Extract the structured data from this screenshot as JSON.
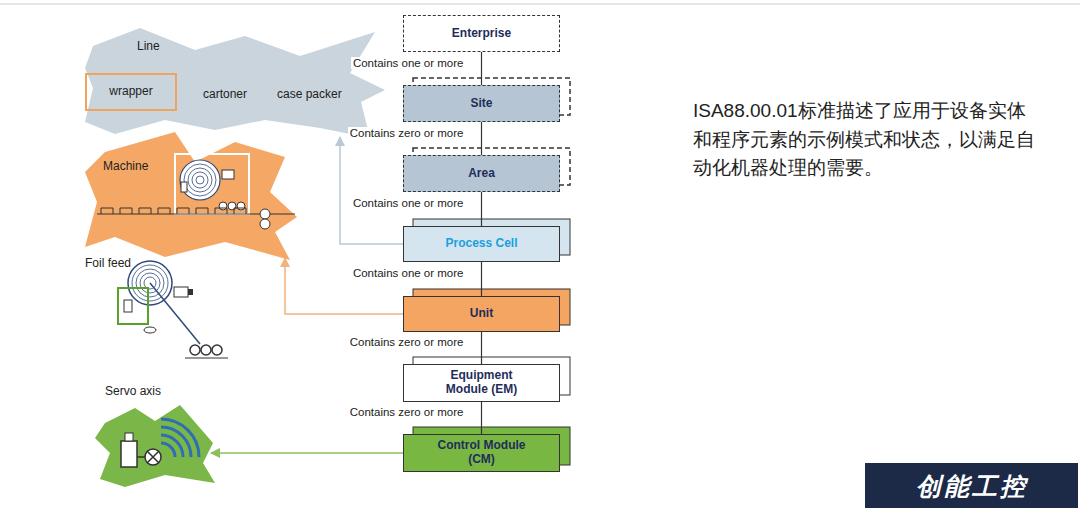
{
  "diagram": {
    "nodes": [
      {
        "text": [
          "Line",
          "cartoner",
          "case packer"
        ]
      },
      {
        "text": [
          "wrapper"
        ],
        "in": 0
      },
      {
        "text": [
          "Machine"
        ]
      },
      {
        "text": [
          "Servo axis"
        ]
      },
      {
        "text": [
          "Enterprise"
        ]
      },
      {
        "text": [
          "Site"
        ]
      },
      {
        "text": [
          "Area"
        ]
      },
      {
        "text": [
          "Process Cell"
        ]
      },
      {
        "text": [
          "Unit"
        ]
      },
      {
        "text": [
          "Equipment Module (EM)"
        ]
      },
      {
        "text": [
          "Control Module (CM)"
        ]
      }
    ],
    "edges": [
      {
        "from": 4,
        "to": 5,
        "label": "Contains one or more",
        "arrow": "none"
      },
      {
        "from": 5,
        "to": 6,
        "label": "Contains zero or more",
        "arrow": "none"
      },
      {
        "from": 6,
        "to": 7,
        "label": "Contains one or more",
        "arrow": "none"
      },
      {
        "from": 7,
        "to": 8,
        "label": "Contains one or more",
        "arrow": "none"
      },
      {
        "from": 8,
        "to": 9,
        "label": "Contains zero or more",
        "arrow": "none"
      },
      {
        "from": 9,
        "to": 10,
        "label": "Contains zero or more",
        "arrow": "none"
      },
      {
        "from": 7,
        "to": 0,
        "arrow": "to"
      },
      {
        "from": 8,
        "to": 2,
        "arrow": "to"
      },
      {
        "from": 10,
        "to": 3,
        "arrow": "to"
      }
    ],
    "labels": [
      "Foil feed",
      "ISA88.00.01标准描述了应用于设备实体和程序元素的示例模式和状态，以满足自动化机器处理的需要。",
      "创能工控"
    ]
  }
}
